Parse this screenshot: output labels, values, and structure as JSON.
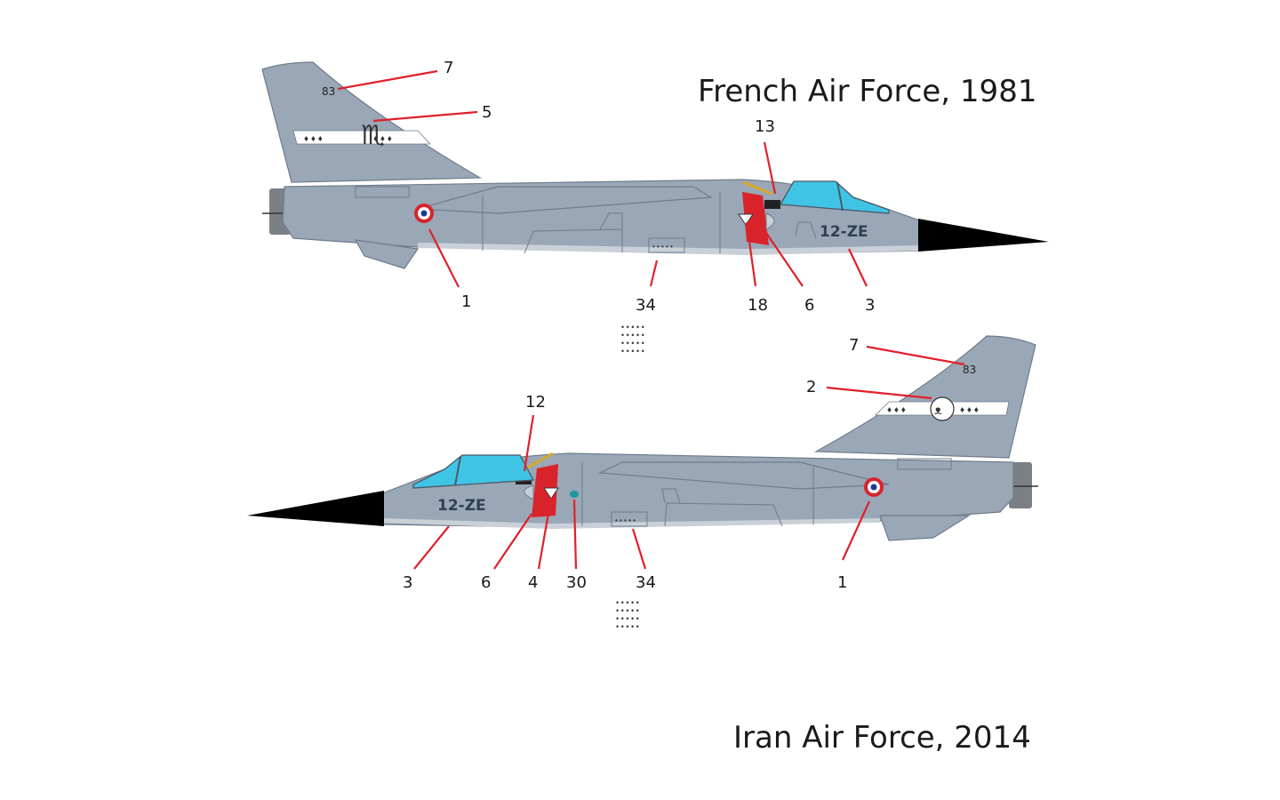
{
  "titles": {
    "top": "French Air Force, 1981",
    "bottom": "Iran Air Force, 2014"
  },
  "colors": {
    "airframe": "#9aa7b6",
    "canopy": "#3fc4e6",
    "nose_cone": "#000000",
    "leader_line": "#e0202a",
    "intake_red": "#d9232b",
    "tail_band": "#ffffff"
  },
  "top_aircraft": {
    "tail_number": "83",
    "code": "12-ZE",
    "callouts": [
      "7",
      "5",
      "13",
      "1",
      "34",
      "18",
      "6",
      "3"
    ]
  },
  "bottom_aircraft": {
    "tail_number": "83",
    "code": "12-ZE",
    "callouts": [
      "7",
      "2",
      "12",
      "3",
      "6",
      "4",
      "30",
      "34",
      "1"
    ]
  }
}
